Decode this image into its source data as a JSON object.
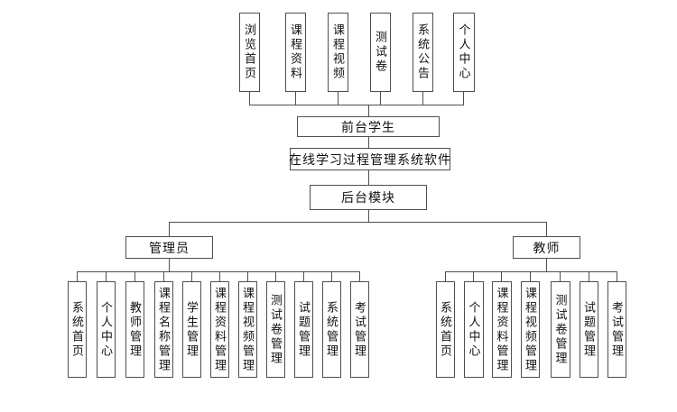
{
  "diagram": {
    "type": "hierarchy-flowchart",
    "root": "在线学习过程管理系统软件",
    "front_role": "前台学生",
    "backend": "后台模块",
    "admin_role": "管理员",
    "teacher_role": "教师"
  },
  "front_modules": [
    "浏览首页",
    "课程资料",
    "课程视频",
    "测试卷",
    "系统公告",
    "个人中心"
  ],
  "admin_modules": [
    "系统首页",
    "个人中心",
    "教师管理",
    "课程名称管理",
    "学生管理",
    "课程资料管理",
    "课程视频管理",
    "测试卷管理",
    "试题管理",
    "系统管理",
    "考试管理"
  ],
  "teacher_modules": [
    "系统首页",
    "个人中心",
    "课程资料管理",
    "课程视频管理",
    "测试卷管理",
    "试题管理",
    "考试管理"
  ],
  "colors": {
    "line": "#4f4f4f",
    "text": "#111111",
    "background": "#ffffff"
  }
}
